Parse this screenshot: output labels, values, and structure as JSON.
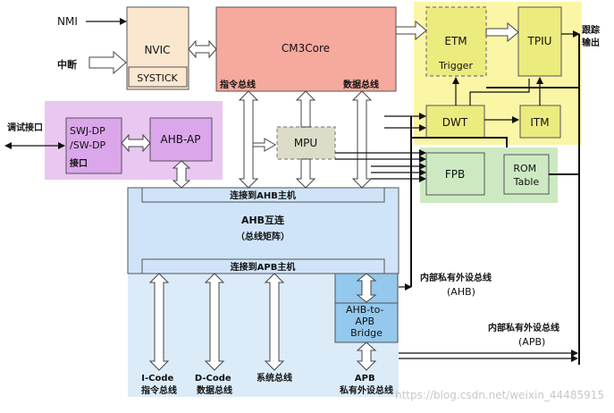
{
  "inputs": {
    "nmi": "NMI",
    "interrupt": "中断",
    "debug_port": "调试接口"
  },
  "blocks": {
    "nvic": "NVIC",
    "systick": "SYSTICK",
    "cm3core": "CM3Core",
    "etm": "ETM",
    "trigger": "Trigger",
    "tpiu": "TPIU",
    "dwt": "DWT",
    "itm": "ITM",
    "mpu": "MPU",
    "fpb": "FPB",
    "rom_table_l1": "ROM",
    "rom_table_l2": "Table",
    "swj_dp_l1": "SWJ-DP",
    "swj_dp_l2": "/SW-DP",
    "swj_dp_l3": "接口",
    "ahb_ap": "AHB-AP",
    "bridge_l1": "AHB-to-",
    "bridge_l2": "APB",
    "bridge_l3": "Bridge"
  },
  "labels": {
    "instr_bus": "指令总线",
    "data_bus": "数据总线",
    "trace_out_l1": "跟踪",
    "trace_out_l2": "输出",
    "connect_ahb_master": "连接到AHB主机",
    "ahb_interconnect": "AHB互连",
    "bus_matrix": "（总线矩阵）",
    "connect_apb_master": "连接到APB主机",
    "internal_ppb_ahb_l1": "内部私有外设总线",
    "internal_ppb_ahb_l2": "(AHB)",
    "internal_ppb_apb_l1": "内部私有外设总线",
    "internal_ppb_apb_l2": "(APB)",
    "icode_l1": "I-Code",
    "icode_l2": "指令总线",
    "dcode_l1": "D-Code",
    "dcode_l2": "数据总线",
    "system_bus": "系统总线",
    "apb_l1": "APB",
    "apb_l2": "私有外设总线"
  },
  "watermark": "https://blog.csdn.net/weixin_44485915",
  "colors": {
    "nvic_fill": "#fbe7cf",
    "core_fill": "#f6a99d",
    "debug_region": "#fbf5a6",
    "debug_block": "#eceb7e",
    "purple_region": "#e9c7f1",
    "purple_block": "#dba6ea",
    "ahb_fill": "#cfe4f8",
    "green_region": "#cde9c2",
    "bridge_fill": "#94c8ec",
    "mpu_fill": "#dcdcc9"
  }
}
